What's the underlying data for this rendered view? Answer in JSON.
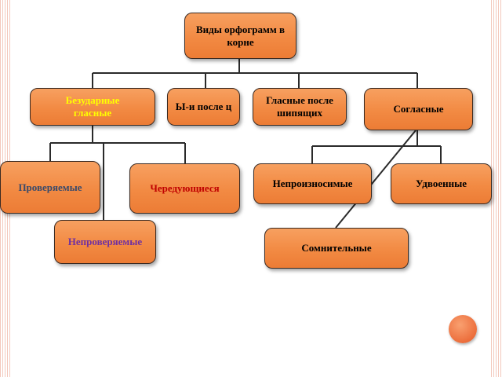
{
  "nodes": {
    "root": {
      "label": "Виды орфограмм в корне",
      "color": "#000000"
    },
    "unstressed": {
      "label": "Безударные гласные",
      "color": "#ffff00"
    },
    "yi": {
      "label": "Ы-и после ц",
      "color": "#000000"
    },
    "after_sibilants": {
      "label": "Гласные после шипящих",
      "color": "#000000"
    },
    "consonants": {
      "label": "Согласные",
      "color": "#000000"
    },
    "checked": {
      "label": "Проверяемые",
      "color": "#3a4a6a"
    },
    "alternating": {
      "label": "Чередующиеся",
      "color": "#c00000"
    },
    "unpronounced": {
      "label": "Непроизносимые",
      "color": "#000000"
    },
    "doubled": {
      "label": "Удвоенные",
      "color": "#000000"
    },
    "unchecked": {
      "label": "Непроверяемые",
      "color": "#7030a0"
    },
    "doubtful": {
      "label": "Сомнительные",
      "color": "#000000"
    }
  },
  "colors": {
    "box_fill": "#f28a43",
    "line": "#2a2a2a",
    "stripe": "#f3c9bd"
  }
}
